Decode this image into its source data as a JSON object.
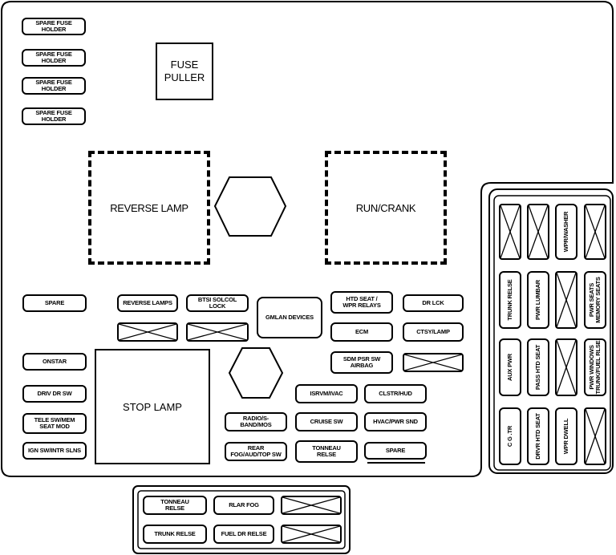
{
  "fuse_puller": "FUSE\nPULLER",
  "spare_fuse_holders": [
    "SPARE FUSE HOLDER",
    "SPARE FUSE HOLDER",
    "SPARE FUSE HOLDER",
    "SPARE FUSE HOLDER"
  ],
  "relays": {
    "reverse_lamp": "REVERSE LAMP",
    "run_crank": "RUN/CRANK"
  },
  "stop_lamp": "STOP LAMP",
  "gmlan_devices": "GMLAN DEVICES",
  "left_column": [
    "SPARE",
    "ONSTAR",
    "DRIV DR SW",
    "TELE SW/MEM\nSEAT MOD",
    "IGN SW/INTR SLNS"
  ],
  "row_fuses": {
    "reverse_lamps": "REVERSE LAMPS",
    "btsi": "BTSI SOLCOL LOCK",
    "htd_seat": "HTD SEAT /\nWPR RELAYS",
    "dr_lck": "DR LCK",
    "ecm": "ECM",
    "ctsy_lamp": "CTSY/LAMP",
    "sdm": "SDM PSR SW\nAIRBAG",
    "isrvm": "ISRVM/IVAC",
    "clstr": "CLSTR/HUD",
    "radio": "RADIO/S-BAND/MOS",
    "cruise": "CRUISE SW",
    "hvac": "HVAC/PWR SND",
    "rear_fog": "REAR FOG/AUD/TOP SW",
    "tonneau": "TONNEAU\nRELSE",
    "spare": "SPARE"
  },
  "right_panel": {
    "col1": [
      "TRUNK RELSE",
      "AUX PWR",
      "C G .TR"
    ],
    "col2": [
      "PWR LUMBAR",
      "PASS HTD SEAT",
      "DRVR HTD SEAT"
    ],
    "col3": [
      "WPR/WASHER",
      "WPR DWELL"
    ],
    "col4": [
      "PWR SEATS\nMEMORY SEATS",
      "PWR WINDOWS\nTRUNK/FUEL RLSE"
    ]
  },
  "bottom_box": [
    "TONNEAU\nRELSE",
    "RLAR FOG",
    "TRUNK RELSE",
    "FUEL DR RELSE"
  ]
}
